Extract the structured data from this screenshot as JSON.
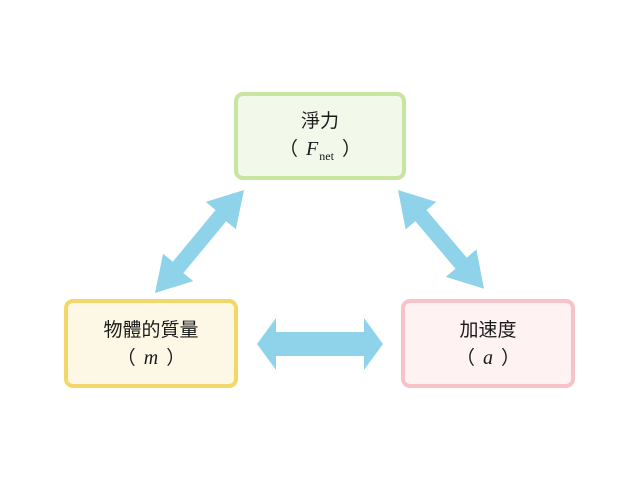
{
  "nodes": {
    "force": {
      "label": "淨力",
      "symbol": "F",
      "subscript": "net",
      "open": "（",
      "close": "）"
    },
    "mass": {
      "label": "物體的質量",
      "symbol": "m",
      "open": "（",
      "close": "）"
    },
    "acceleration": {
      "label": "加速度",
      "symbol": "a",
      "open": "（",
      "close": "）"
    }
  },
  "edges": [
    {
      "from": "force",
      "to": "mass",
      "type": "bidirectional-arrow"
    },
    {
      "from": "force",
      "to": "acceleration",
      "type": "bidirectional-arrow"
    },
    {
      "from": "mass",
      "to": "acceleration",
      "type": "bidirectional-arrow"
    }
  ],
  "colors": {
    "arrow": "#8fd3ea",
    "force_border": "#c8e6a0",
    "mass_border": "#f3d768",
    "acceleration_border": "#f7c3c8"
  }
}
